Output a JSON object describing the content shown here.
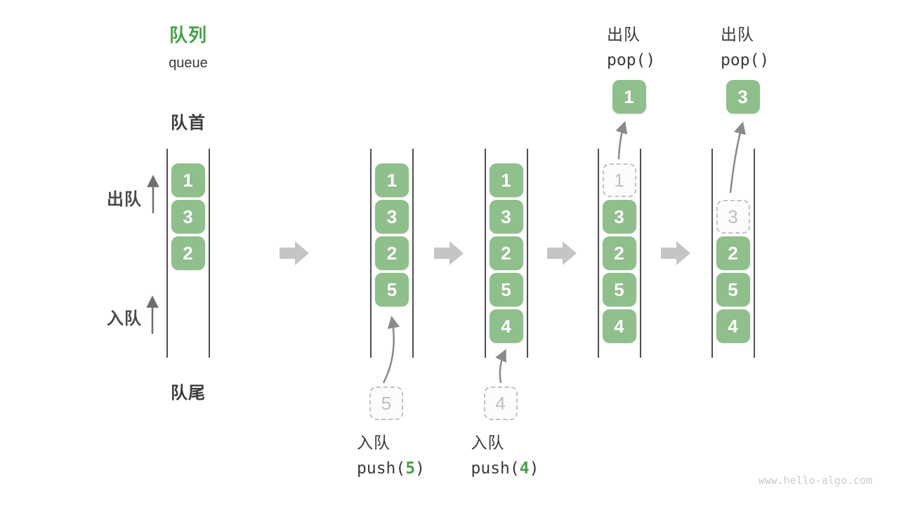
{
  "title": {
    "zh": "队列",
    "en": "queue"
  },
  "labels": {
    "front": "队首",
    "rear": "队尾",
    "dequeue_side": "出队",
    "enqueue_side": "入队"
  },
  "watermark": "www.hello-algo.com",
  "colors": {
    "cell_green": "#8FBF8B",
    "title_green": "#45A247",
    "code_arg_green": "#45A247",
    "text_dark": "#3A3A3A",
    "wall_gray": "#4F4F4F",
    "block_arrow_gray": "#C5C5C5",
    "thin_arrow_gray": "#8A8A8A",
    "dashed_border_gray": "#C2C2C2",
    "dashed_text_gray": "#BFBFBF",
    "watermark_gray": "#CBCBCB"
  },
  "queues": [
    {
      "cells": [
        {
          "row": 0,
          "value": "1",
          "style": "solid"
        },
        {
          "row": 1,
          "value": "3",
          "style": "solid"
        },
        {
          "row": 2,
          "value": "2",
          "style": "solid"
        }
      ]
    },
    {
      "cells": [
        {
          "row": 0,
          "value": "1",
          "style": "solid"
        },
        {
          "row": 1,
          "value": "3",
          "style": "solid"
        },
        {
          "row": 2,
          "value": "2",
          "style": "solid"
        },
        {
          "row": 3,
          "value": "5",
          "style": "solid"
        }
      ],
      "incoming": {
        "value": "5"
      },
      "op": {
        "kind": "enqueue",
        "zh": "入队",
        "fn": "push(",
        "arg": "5",
        "close": ")"
      }
    },
    {
      "cells": [
        {
          "row": 0,
          "value": "1",
          "style": "solid"
        },
        {
          "row": 1,
          "value": "3",
          "style": "solid"
        },
        {
          "row": 2,
          "value": "2",
          "style": "solid"
        },
        {
          "row": 3,
          "value": "5",
          "style": "solid"
        },
        {
          "row": 4,
          "value": "4",
          "style": "solid"
        }
      ],
      "incoming": {
        "value": "4"
      },
      "op": {
        "kind": "enqueue",
        "zh": "入队",
        "fn": "push(",
        "arg": "4",
        "close": ")"
      }
    },
    {
      "cells": [
        {
          "row": 0,
          "value": "1",
          "style": "dashed"
        },
        {
          "row": 1,
          "value": "3",
          "style": "solid"
        },
        {
          "row": 2,
          "value": "2",
          "style": "solid"
        },
        {
          "row": 3,
          "value": "5",
          "style": "solid"
        },
        {
          "row": 4,
          "value": "4",
          "style": "solid"
        }
      ],
      "outgoing": {
        "value": "1"
      },
      "op": {
        "kind": "dequeue",
        "zh": "出队",
        "fn": "pop()",
        "arg": "",
        "close": ""
      }
    },
    {
      "cells": [
        {
          "row": 1,
          "value": "3",
          "style": "dashed"
        },
        {
          "row": 2,
          "value": "2",
          "style": "solid"
        },
        {
          "row": 3,
          "value": "5",
          "style": "solid"
        },
        {
          "row": 4,
          "value": "4",
          "style": "solid"
        }
      ],
      "outgoing": {
        "value": "3"
      },
      "op": {
        "kind": "dequeue",
        "zh": "出队",
        "fn": "pop()",
        "arg": "",
        "close": ""
      }
    }
  ]
}
